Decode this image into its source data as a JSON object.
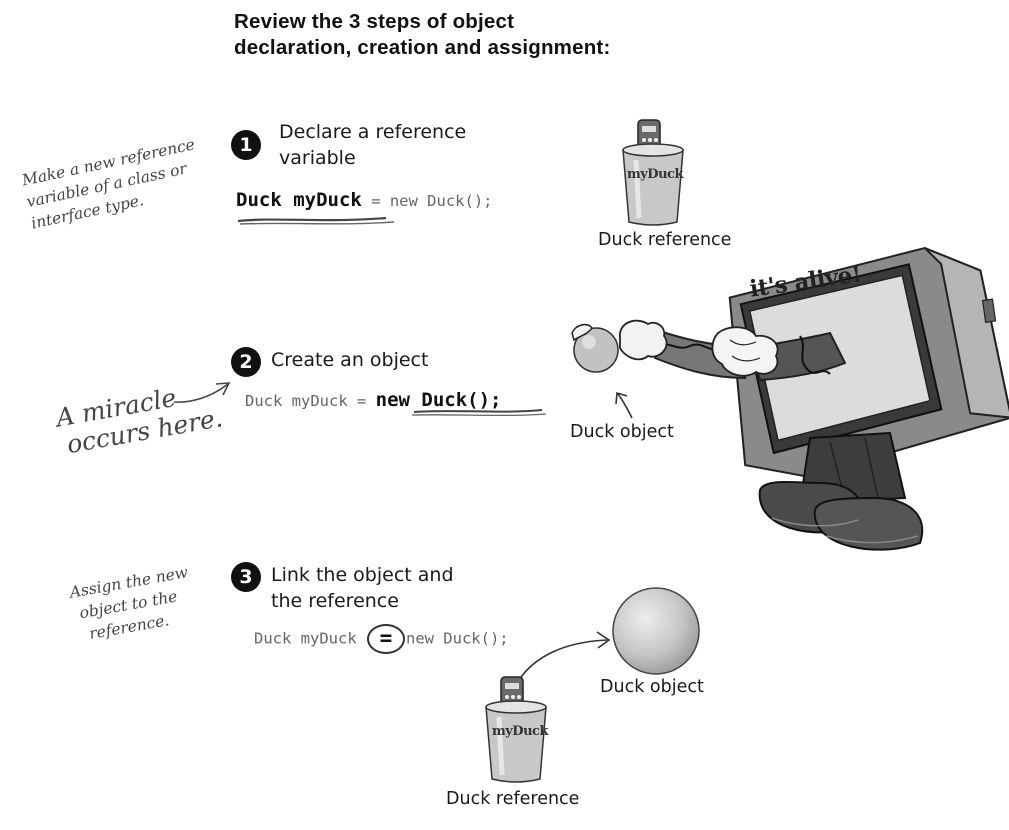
{
  "title": {
    "line1": "Review the 3 steps of object",
    "line2": "declaration, creation and assignment:"
  },
  "steps": [
    {
      "number": "1",
      "heading_line1": "Declare a reference",
      "heading_line2": "variable",
      "code_emphasis": "Duck myDuck",
      "code_rest": " = new Duck();",
      "caption": "Duck reference",
      "cup_label": "myDuck"
    },
    {
      "number": "2",
      "heading_line1": "Create an object",
      "code_plain": "Duck myDuck = ",
      "code_emphasis": "new Duck()",
      "code_end": ";",
      "caption": "Duck object",
      "screen_text": "it's alive!"
    },
    {
      "number": "3",
      "heading_line1": "Link the object and",
      "heading_line2": "the reference",
      "code_left": "Duck myDuck ",
      "code_eq": "=",
      "code_right": "new Duck();",
      "caption_object": "Duck object",
      "caption_reference": "Duck reference",
      "cup_label": "myDuck"
    }
  ],
  "notes": {
    "note1": [
      "Make a new reference",
      "variable of a class or",
      "interface type."
    ],
    "note2": [
      "A miracle",
      "occurs here."
    ],
    "note3": [
      "Assign the new",
      "object to the",
      "reference."
    ]
  }
}
